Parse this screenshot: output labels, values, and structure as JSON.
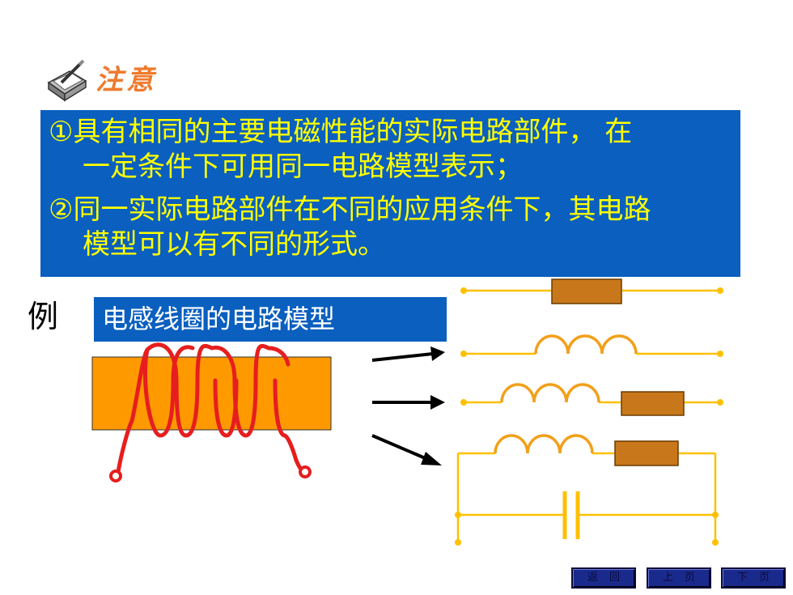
{
  "note": {
    "title": "注意",
    "lines": [
      "①具有相同的主要电磁性能的实际电路部件，  在",
      "一定条件下可用同一电路模型表示；",
      "②同一实际电路部件在不同的应用条件下，其电路",
      "模型可以有不同的形式。"
    ]
  },
  "example": {
    "label": "例",
    "caption": "电感线圈的电路模型"
  },
  "nav": {
    "back": "返回",
    "prev": "上页",
    "next": "下页"
  },
  "colors": {
    "blue_box": "#0a5fbf",
    "note_text": "#ffff00",
    "title": "#ee7b2d",
    "coil": "#e61e1e",
    "core": "#ff9900",
    "wire": "#ffc000",
    "inductor": "#f2a01a",
    "resistor": "#c8781a"
  }
}
